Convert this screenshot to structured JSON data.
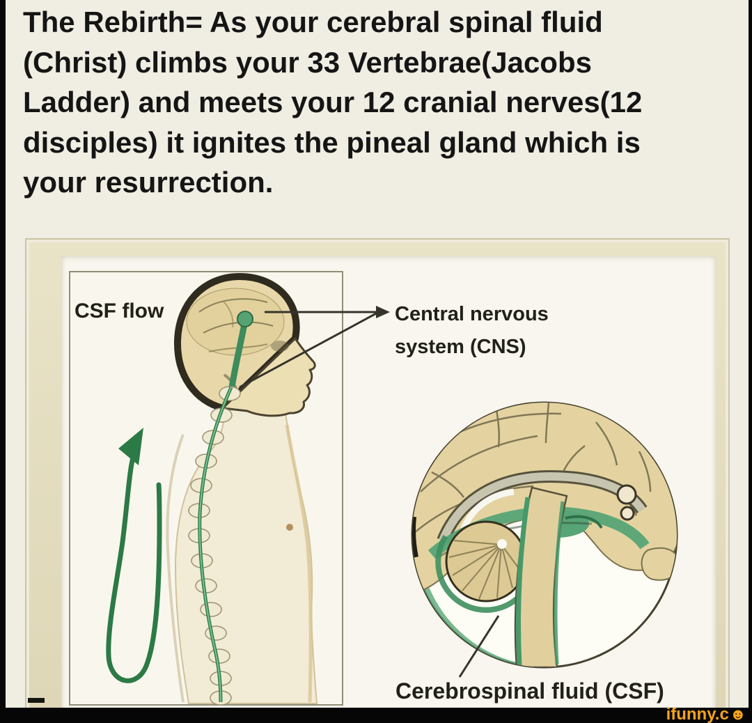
{
  "caption": {
    "lines": [
      "The Rebirth= As your cerebral spinal fluid",
      "(Christ) climbs your 33 Vertebrae(Jacobs",
      "Ladder) and meets your 12 cranial nerves(12",
      "disciples) it ignites the pineal gland which is",
      "your resurrection."
    ]
  },
  "diagram": {
    "labels": {
      "csf_flow": "CSF flow",
      "cns_line1": "Central nervous",
      "cns_line2": "system (CNS)",
      "cerebrospinal_fluid": "Cerebrospinal fluid (CSF)"
    },
    "illustration": {
      "left_panel": "human head and torso side profile with brain, vertebral column and upward CSF flow arrow",
      "inset": "mid-sagittal brain section with cerebrospinal fluid shown in green",
      "arrow_color": "#2c7a45",
      "csf_green": "#57a476",
      "brain_tan": "#e4d3a0"
    }
  },
  "watermark": {
    "text": "ifunny.c",
    "icon": "smiley-face",
    "icon_glyph": "☻",
    "color": "#F5A41C"
  },
  "colors": {
    "page_bg": "#f0eee3",
    "frame_band": "#e6dfc3",
    "panel_bg": "#f9f7ed",
    "caption_text": "#151515",
    "bottom_bar": "#060606"
  }
}
